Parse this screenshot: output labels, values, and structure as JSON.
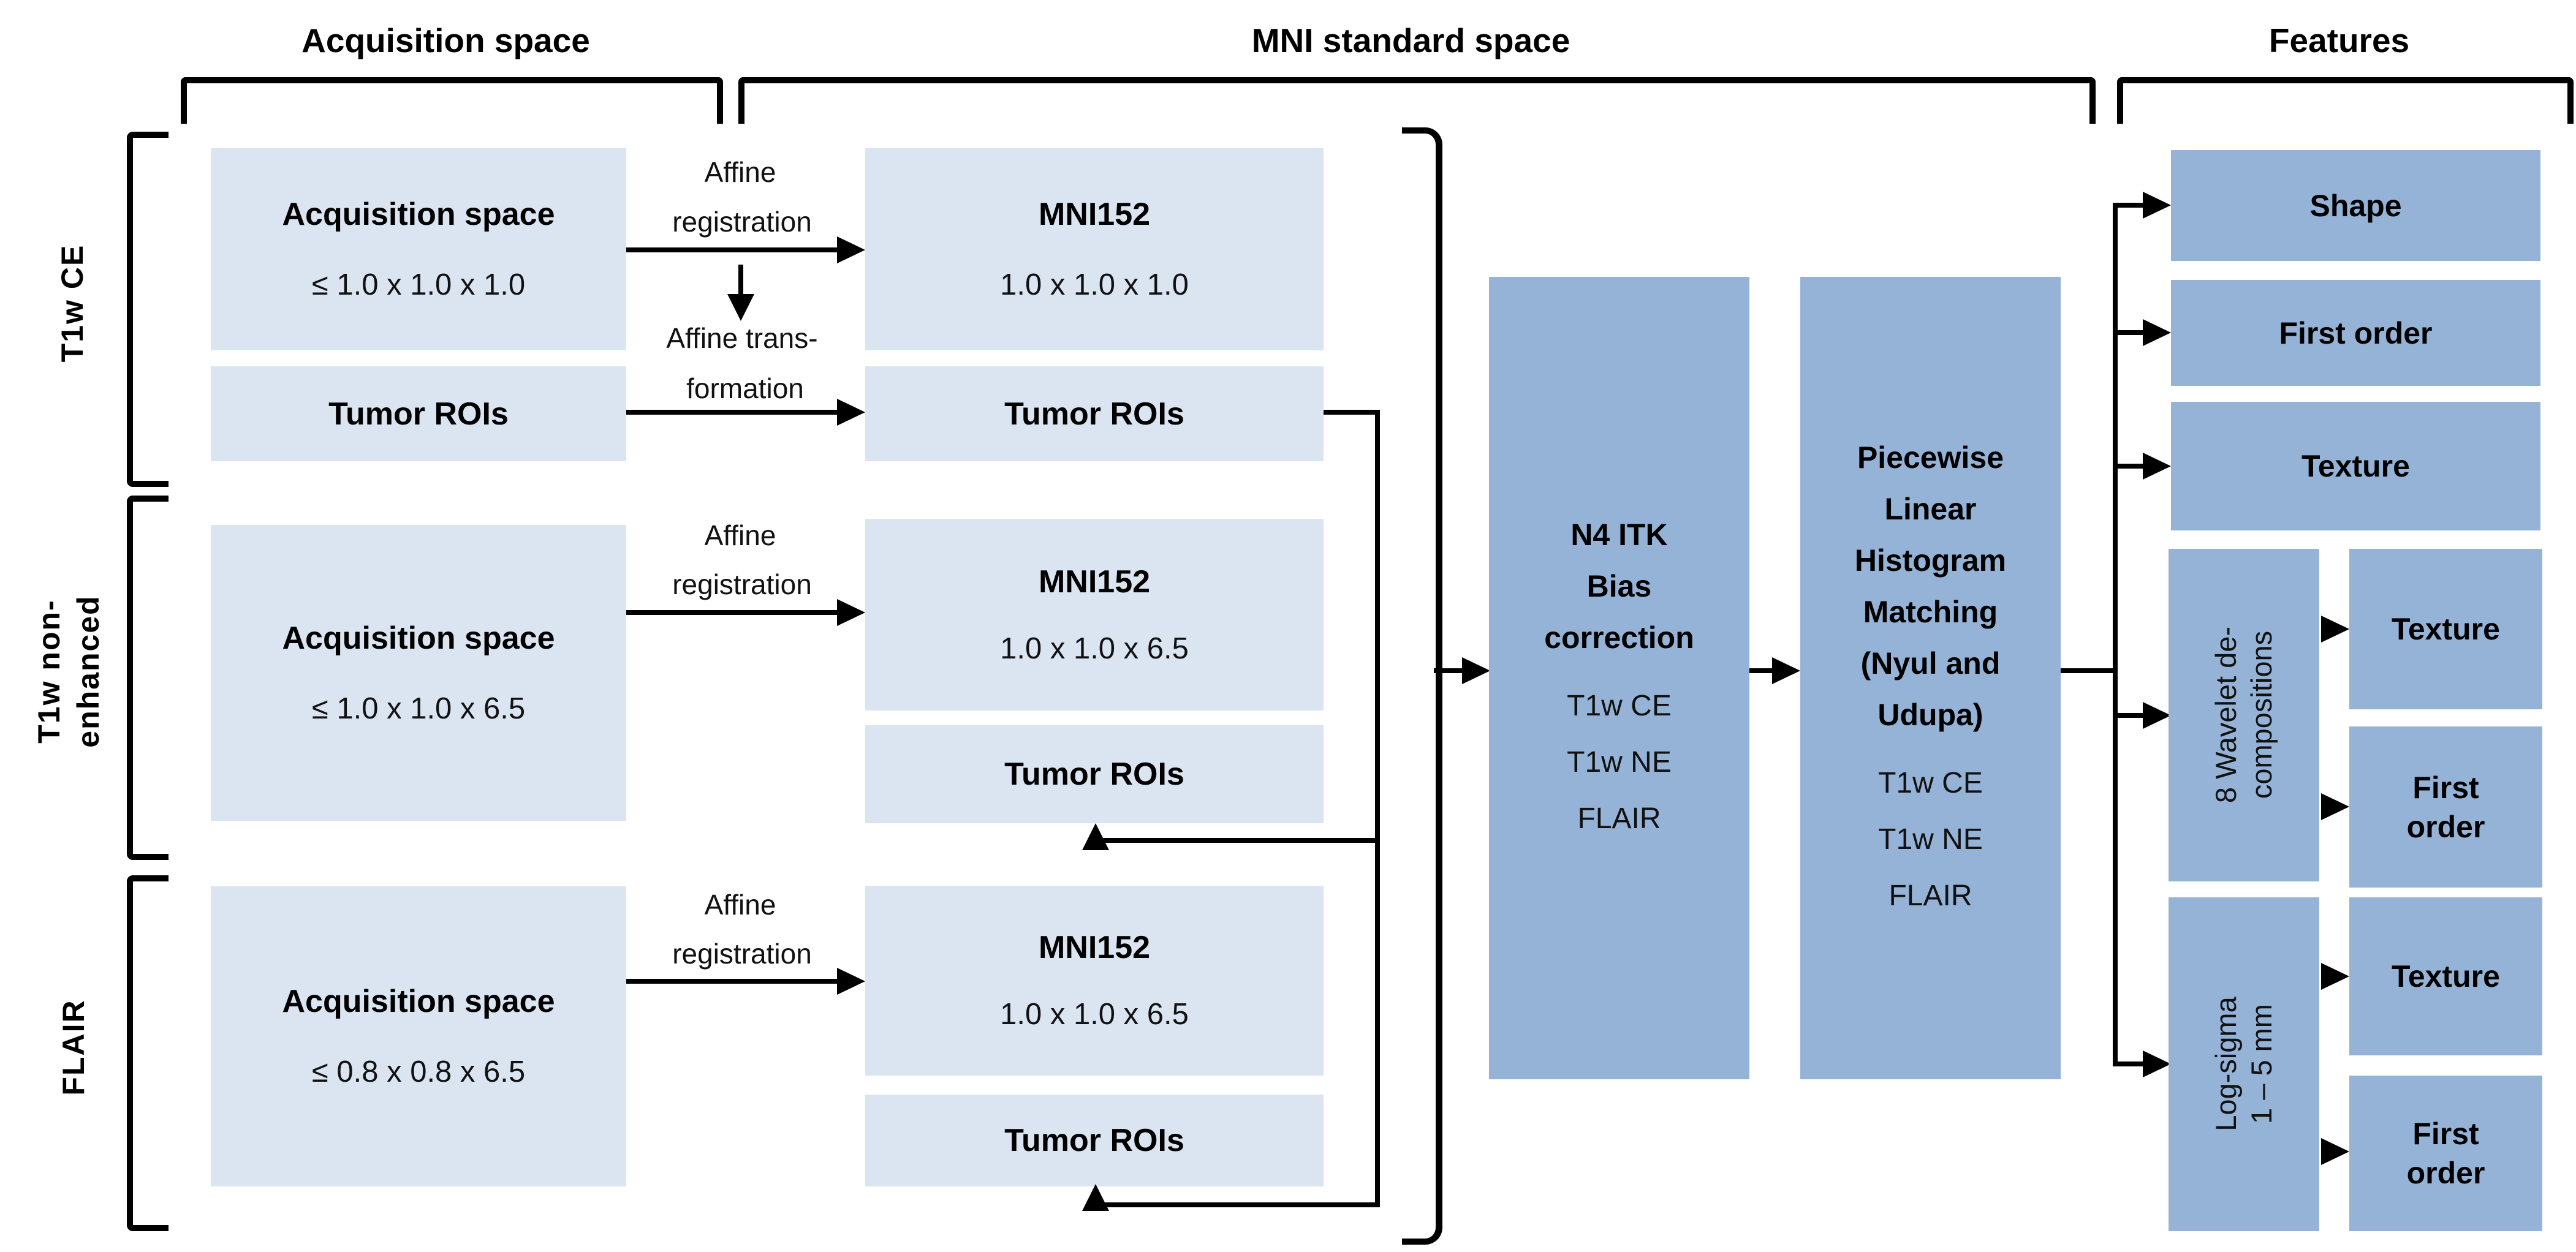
{
  "headers": {
    "acquisition": "Acquisition space",
    "mni": "MNI standard space",
    "features": "Features"
  },
  "side_labels": {
    "t1wce": [
      "T1w CE"
    ],
    "t1wne": [
      "T1w non-",
      "enhanced"
    ],
    "flair": [
      "FLAIR"
    ]
  },
  "rows": [
    {
      "modality": "T1w CE",
      "acq_title": "Acquisition space",
      "acq_value": "≤ 1.0 x 1.0 x 1.0",
      "acq_tumor": "Tumor ROIs",
      "reg1": "Affine",
      "reg2": "registration",
      "trans1": "Affine trans-",
      "trans2": "formation",
      "mni_title": "MNI152",
      "mni_value": "1.0 x 1.0 x 1.0",
      "mni_tumor": "Tumor ROIs"
    },
    {
      "modality": "T1w non-enhanced",
      "acq_title": "Acquisition space",
      "acq_value": "≤ 1.0 x 1.0 x 6.5",
      "reg1": "Affine",
      "reg2": "registration",
      "mni_title": "MNI152",
      "mni_value": "1.0 x 1.0 x 6.5",
      "mni_tumor": "Tumor ROIs"
    },
    {
      "modality": "FLAIR",
      "acq_title": "Acquisition space",
      "acq_value": "≤ 0.8 x 0.8 x 6.5",
      "reg1": "Affine",
      "reg2": "registration",
      "mni_title": "MNI152",
      "mni_value": "1.0 x 1.0 x 6.5",
      "mni_tumor": "Tumor ROIs"
    }
  ],
  "processing": {
    "n4": {
      "bold": [
        "N4 ITK",
        "Bias",
        "correction"
      ],
      "inputs": [
        "T1w CE",
        "T1w NE",
        "FLAIR"
      ]
    },
    "histogram": {
      "bold": [
        "Piecewise",
        "Linear",
        "Histogram",
        "Matching",
        "(Nyul and",
        "Udupa)"
      ],
      "inputs": [
        "T1w CE",
        "T1w NE",
        "FLAIR"
      ]
    }
  },
  "features": {
    "shape": "Shape",
    "first_order": "First order",
    "texture": "Texture",
    "wavelet": {
      "label": [
        "8 Wavelet de-",
        "compositions"
      ],
      "texture": "Texture",
      "first": [
        "First",
        "order"
      ]
    },
    "logsigma": {
      "label": [
        "Log-sigma",
        "1 – 5 mm"
      ],
      "texture": "Texture",
      "first": [
        "First",
        "order"
      ]
    }
  },
  "colors": {
    "light_box": "#dbe5f1",
    "dark_box": "#95b3d7",
    "line": "#000000"
  }
}
